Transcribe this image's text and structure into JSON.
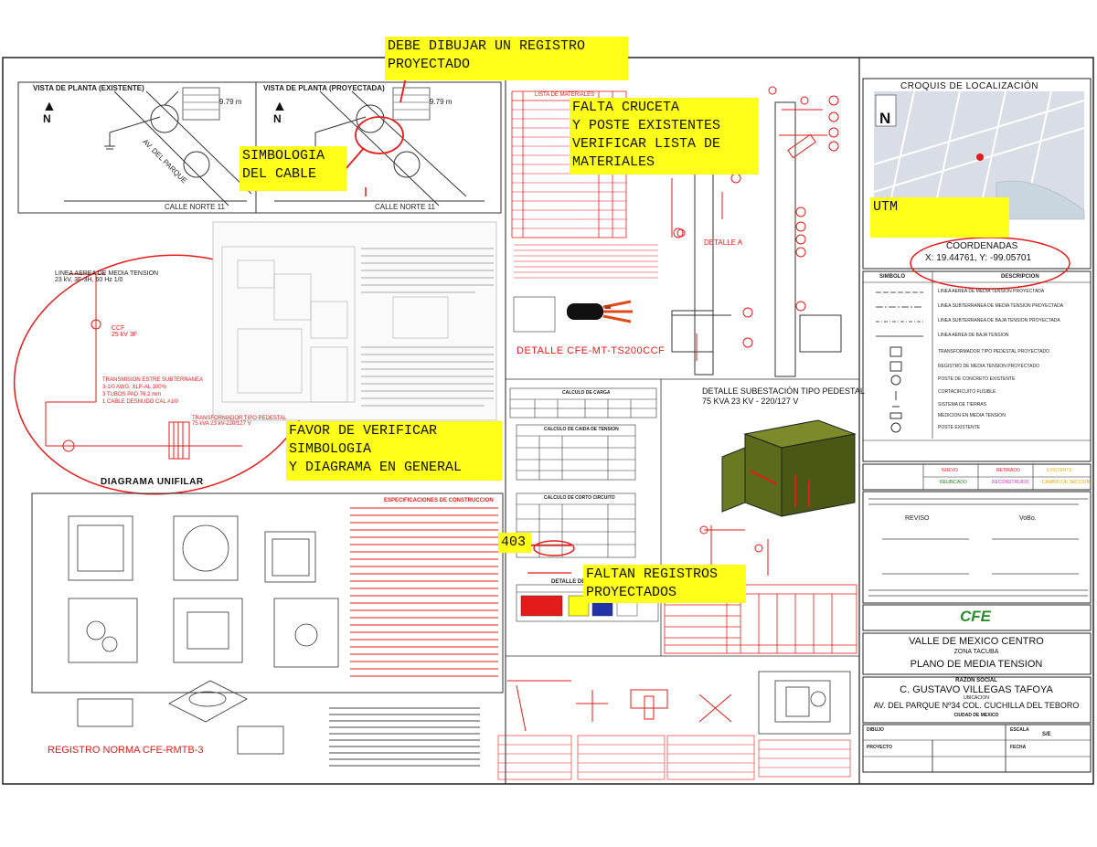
{
  "notes": {
    "registro_proyectado": "DEBE DIBUJAR UN REGISTRO\nPROYECTADO",
    "simbologia_cable": "SIMBOLOGIA\nDEL CABLE",
    "falta_cruceta": "FALTA CRUCETA\nY POSTE EXISTENTES\nVERIFICAR LISTA DE\nMATERIALES",
    "utm": "UTM",
    "verificar_simbologia": "FAVOR DE VERIFICAR\nSIMBOLOGIA\nY DIAGRAMA EN GENERAL",
    "num_403": "403",
    "faltan_registros": "FALTAN REGISTROS\nPROYECTADOS"
  },
  "plan_views": {
    "existente_title": "VISTA DE PLANTA (EXISTENTE)",
    "proyectada_title": "VISTA DE PLANTA (PROYECTADA)",
    "north": "N",
    "street_diag": "AV. DEL PARQUE",
    "street_bottom": "CALLE NORTE 11",
    "dim_existente": "9.79 m",
    "dim_proyectada": "9.79 m"
  },
  "unifilar": {
    "title": "DIAGRAMA UNIFILAR",
    "line_label": "LINEA AEREA DE MEDIA TENSION\n23 kV, 3F-3H, 60 Hz 1/0",
    "ccf": "CCF\n25 kV 3F",
    "transmision": "TRANSMISION ESTRE SUBTERRANEA\n3-1/0 AWG, XLP-AL 100%\n3 TUBOS PAD 76.2 mm\n1 CABLE DESNUDO CAL #1/0",
    "trafo_label": "TRANSFORMADOR TIPO PEDESTAL\n75 kVA 23 kV-220/127 V"
  },
  "materials": {
    "title": "LISTA DE MATERIALES",
    "detail_cfe": "DETALLE CFE-MT-TS200CCF",
    "detalle_a": "DETALLE A"
  },
  "substation": {
    "title": "DETALLE SUBESTACIÓN TIPO PEDESTAL\n75 KVA 23 KV - 220/127 V"
  },
  "calc_tables": {
    "t1": "CALCULO DE CARGA",
    "t2": "CALCULO DE CAIDA DE TENSION",
    "t3": "CALCULO DE CORTO CIRCUITO",
    "detalle": "DETALLE DE REGISTROS"
  },
  "registro": {
    "title": "REGISTRO NORMA CFE-RMTB-3",
    "notes_title": "ESPECIFICACIONES DE CONSTRUCCION"
  },
  "croquis": {
    "title": "CROQUIS DE LOCALIZACIÓN",
    "north": "N",
    "coords_title": "COORDENADAS",
    "coords": "X: 19.44761, Y: -99.05701"
  },
  "simbologia": {
    "col1": "SIMBOLO",
    "col2": "DESCRIPCION",
    "rows": [
      "LINEA AEREA DE MEDIA TENSION PROYECTADA",
      "LINEA SUBTERRANEA DE MEDIA TENSION PROYECTADA",
      "LINEA SUBTERRANEA DE BAJA TENSION PROYECTADA",
      "LINEA AEREA DE BAJA TENSION",
      "TRANSFORMADOR TIPO PEDESTAL PROYECTADO",
      "REGISTRO DE MEDIA TENSION PROYECTADO",
      "POSTE DE CONCRETO EXISTENTE",
      "CORTACIRCUITO FUSIBLE",
      "SISTEMA DE TIERRAS",
      "MEDICION EN MEDIA TENSION",
      "POSTE EXISTENTE"
    ]
  },
  "status_codes": [
    "NUEVO",
    "RETIRADO",
    "EXISTENTE",
    "REUBICADO",
    "RECONSTRUIDO",
    "CAMBIO DE SECCION"
  ],
  "status_colors": [
    "#e41b1b",
    "#2a8c2a",
    "#e8b400",
    "#1b7a1b",
    "#c42ec4",
    "#e8a400"
  ],
  "signatures": {
    "revisó": "REVISO",
    "vobo": "VoBo."
  },
  "title_block": {
    "brand": "CFE",
    "region": "VALLE DE MEXICO CENTRO",
    "zona": "ZONA TACUBA",
    "plano": "PLANO DE MEDIA TENSION",
    "razon_label": "RAZON SOCIAL",
    "razon": "C. GUSTAVO VILLEGAS TAFOYA",
    "ubicacion_label": "UBICACION",
    "direccion": "AV. DEL PARQUE Nº34 COL. CUCHILLA DEL TEBORO",
    "ciudad": "CIUDAD DE MEXICO",
    "dibujo": "DIBUJO",
    "escala": "ESCALA",
    "escala_val": "S/E",
    "proyecto": "PROYECTO",
    "fecha": "FECHA"
  },
  "colors": {
    "note_yellow": "#ffff1a",
    "annotation_red": "#e41b1b",
    "cfe_green": "#2a8c2a",
    "pedestal_green": "#5b6b1c"
  }
}
